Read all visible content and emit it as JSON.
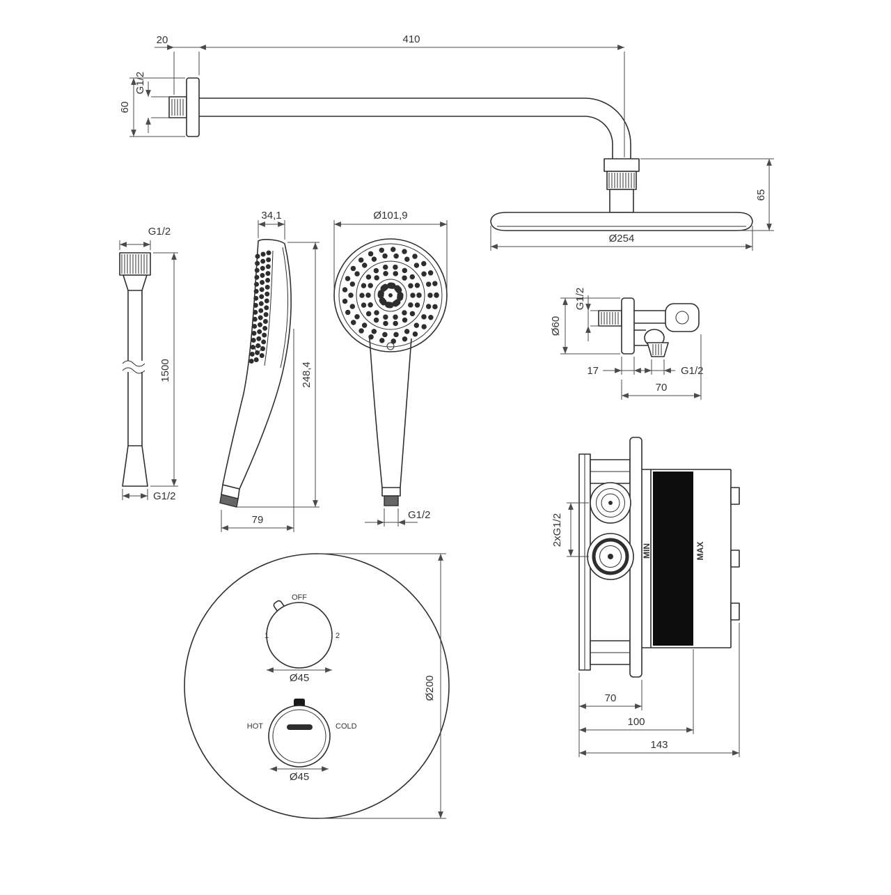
{
  "arm": {
    "d20": "20",
    "d410": "410",
    "g12": "G1/2",
    "d60": "60",
    "d65": "65",
    "d254": "Ø254"
  },
  "hose": {
    "g12_top": "G1/2",
    "d1500": "1500",
    "g12_bottom": "G1/2"
  },
  "hand_shower_side": {
    "d341": "34,1",
    "d2484": "248,4",
    "d79": "79"
  },
  "hand_shower_front": {
    "d1019": "Ø101,9",
    "g12": "G1/2"
  },
  "wall_outlet": {
    "g12_thread": "G1/2",
    "d60": "Ø60",
    "d17": "17",
    "g12_outlet": "G1/2",
    "d70": "70"
  },
  "mixer_box": {
    "d2xg12": "2xG1/2",
    "min": "MIN",
    "max": "MAX",
    "d70": "70",
    "d100": "100",
    "d143": "143"
  },
  "trim_plate": {
    "off": "OFF",
    "pos1": "1",
    "pos2": "2",
    "d45_top": "Ø45",
    "hot": "HOT",
    "cold": "COLD",
    "d45_bottom": "Ø45",
    "d200": "Ø200"
  }
}
